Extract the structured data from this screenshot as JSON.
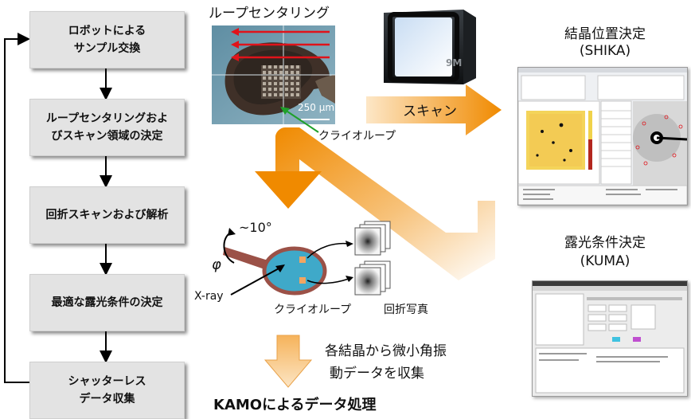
{
  "flow": {
    "steps": [
      "ロボットによる\nサンプル交換",
      "ループセンタリングおよ\nびスキャン領域の決定",
      "回折スキャンおよび解析",
      "最適な露光条件の決定",
      "シャッターレス\nデータ収集"
    ]
  },
  "loop_section": {
    "title": "ループセンタリング",
    "scale_label": "250 μm",
    "cryoloop_label": "クライオループ"
  },
  "server": {
    "brand": "9M"
  },
  "scan_arrow": {
    "label": "スキャン"
  },
  "shika": {
    "title_line1": "結晶位置決定",
    "title_line2": "(SHIKA)"
  },
  "kuma": {
    "title_line1": "露光条件決定",
    "title_line2": "(KUMA)"
  },
  "diffraction": {
    "angle_label": "~10°",
    "phi_label": "φ",
    "xray_label": "X-ray",
    "cryoloop_label": "クライオループ",
    "pattern_label": "回折写真"
  },
  "collection": {
    "note_line1": "各結晶から微小角振",
    "note_line2": "動データを収集"
  },
  "kamo": {
    "label": "KAMOによるデータ処理"
  },
  "colors": {
    "arrow_orange": "#f08a00",
    "loop_red": "#e0131a",
    "pointer_green": "#1fa02a",
    "sample_blue": "#3fa9c9",
    "pin_brown": "#9b5147"
  }
}
